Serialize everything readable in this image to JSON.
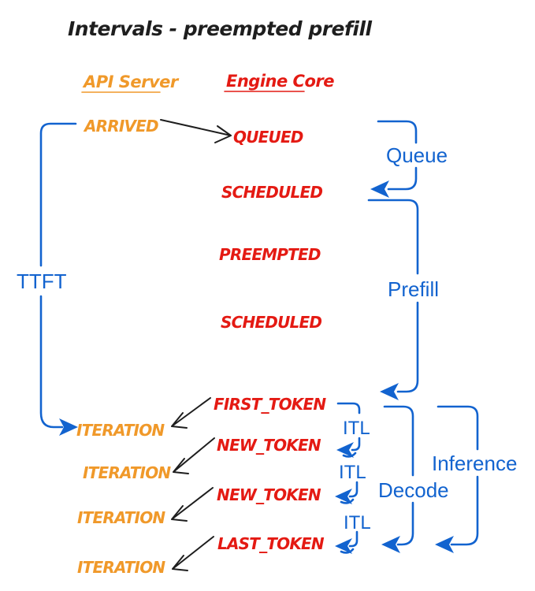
{
  "diagram": {
    "title": "Intervals - preempted prefill"
  },
  "columns": {
    "api_server": "API Server",
    "engine_core": "Engine Core"
  },
  "api_events": {
    "arrived": "ARRIVED",
    "iteration1": "ITERATION",
    "iteration2": "ITERATION",
    "iteration3": "ITERATION",
    "iteration4": "ITERATION"
  },
  "engine_events": {
    "queued": "QUEUED",
    "scheduled1": "SCHEDULED",
    "preempted": "PREEMPTED",
    "scheduled2": "SCHEDULED",
    "first_token": "FIRST_TOKEN",
    "new_token1": "NEW_TOKEN",
    "new_token2": "NEW_TOKEN",
    "last_token": "LAST_TOKEN"
  },
  "intervals": {
    "ttft": "TTFT",
    "queue": "Queue",
    "prefill": "Prefill",
    "itl1": "ITL",
    "itl2": "ITL",
    "itl3": "ITL",
    "decode": "Decode",
    "inference": "Inference"
  },
  "colors": {
    "text": "#1e1e1e",
    "api_server": "#f0992a",
    "engine_core": "#e41a13",
    "interval": "#1263cf",
    "connector": "#1e1e1e",
    "background": "#ffffff"
  }
}
